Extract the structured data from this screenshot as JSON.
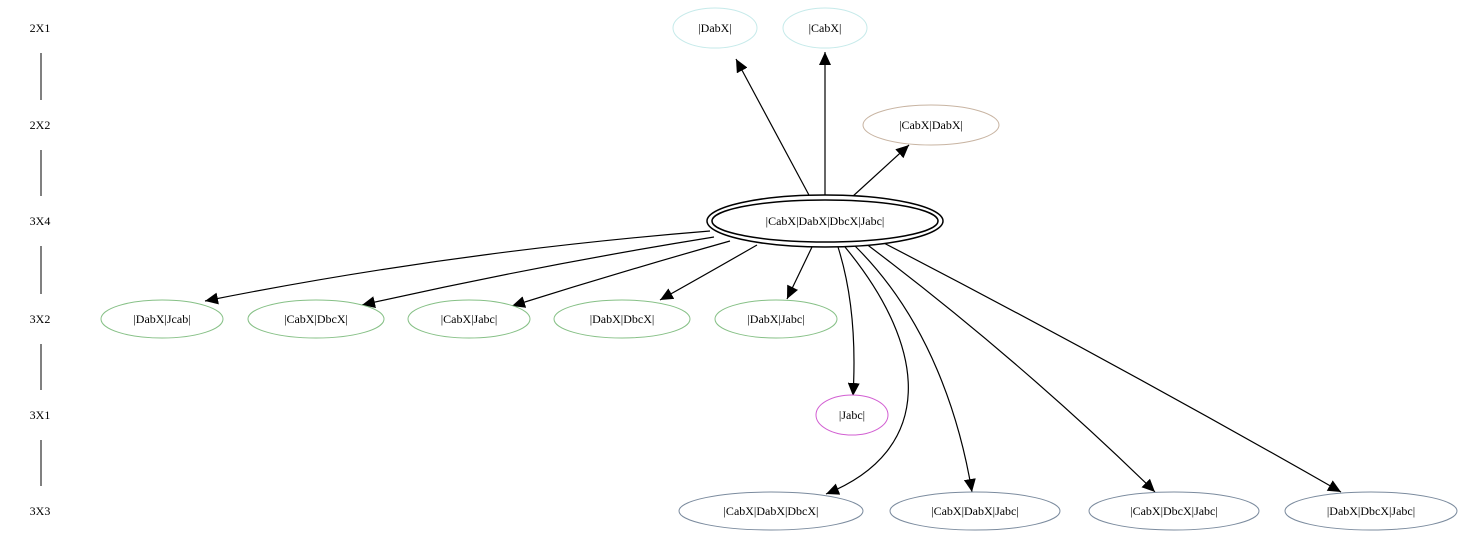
{
  "ranks": [
    {
      "id": "r1",
      "label": "2X1"
    },
    {
      "id": "r2",
      "label": "2X2"
    },
    {
      "id": "r3",
      "label": "3X4"
    },
    {
      "id": "r4",
      "label": "3X2"
    },
    {
      "id": "r5",
      "label": "3X1"
    },
    {
      "id": "r6",
      "label": "3X3"
    }
  ],
  "colors": {
    "2X1": "#c6eaea",
    "2X2": "#c8b4a2",
    "3X4": "#000000",
    "3X2": "#86c086",
    "3X1": "#d25fd2",
    "3X3": "#7b8b9e",
    "edge": "#000000"
  },
  "nodes": [
    {
      "id": "DabX",
      "label": "|DabX|",
      "rank": "2X1"
    },
    {
      "id": "CabX",
      "label": "|CabX|",
      "rank": "2X1"
    },
    {
      "id": "CabXDabX",
      "label": "|CabX|DabX|",
      "rank": "2X2"
    },
    {
      "id": "root",
      "label": "|CabX|DabX|DbcX|Jabc|",
      "rank": "3X4"
    },
    {
      "id": "DabXJcab",
      "label": "|DabX|Jcab|",
      "rank": "3X2"
    },
    {
      "id": "CabXDbcX",
      "label": "|CabX|DbcX|",
      "rank": "3X2"
    },
    {
      "id": "CabXJabc",
      "label": "|CabX|Jabc|",
      "rank": "3X2"
    },
    {
      "id": "DabXDbcX",
      "label": "|DabX|DbcX|",
      "rank": "3X2"
    },
    {
      "id": "DabXJabc",
      "label": "|DabX|Jabc|",
      "rank": "3X2"
    },
    {
      "id": "Jabc",
      "label": "|Jabc|",
      "rank": "3X1"
    },
    {
      "id": "CabXDabXDbcX",
      "label": "|CabX|DabX|DbcX|",
      "rank": "3X3"
    },
    {
      "id": "CabXDabXJabc",
      "label": "|CabX|DabX|Jabc|",
      "rank": "3X3"
    },
    {
      "id": "CabXDbcXJabc",
      "label": "|CabX|DbcX|Jabc|",
      "rank": "3X3"
    },
    {
      "id": "DabXDbcXJabc",
      "label": "|DabX|DbcX|Jabc|",
      "rank": "3X3"
    }
  ],
  "edges": [
    {
      "from": "root",
      "to": "DabX"
    },
    {
      "from": "root",
      "to": "CabX"
    },
    {
      "from": "root",
      "to": "CabXDabX"
    },
    {
      "from": "root",
      "to": "DabXJcab"
    },
    {
      "from": "root",
      "to": "CabXDbcX"
    },
    {
      "from": "root",
      "to": "CabXJabc"
    },
    {
      "from": "root",
      "to": "DabXDbcX"
    },
    {
      "from": "root",
      "to": "DabXJabc"
    },
    {
      "from": "root",
      "to": "Jabc"
    },
    {
      "from": "root",
      "to": "CabXDabXDbcX"
    },
    {
      "from": "root",
      "to": "CabXDabXJabc"
    },
    {
      "from": "root",
      "to": "CabXDbcXJabc"
    },
    {
      "from": "root",
      "to": "DabXDbcXJabc"
    }
  ]
}
